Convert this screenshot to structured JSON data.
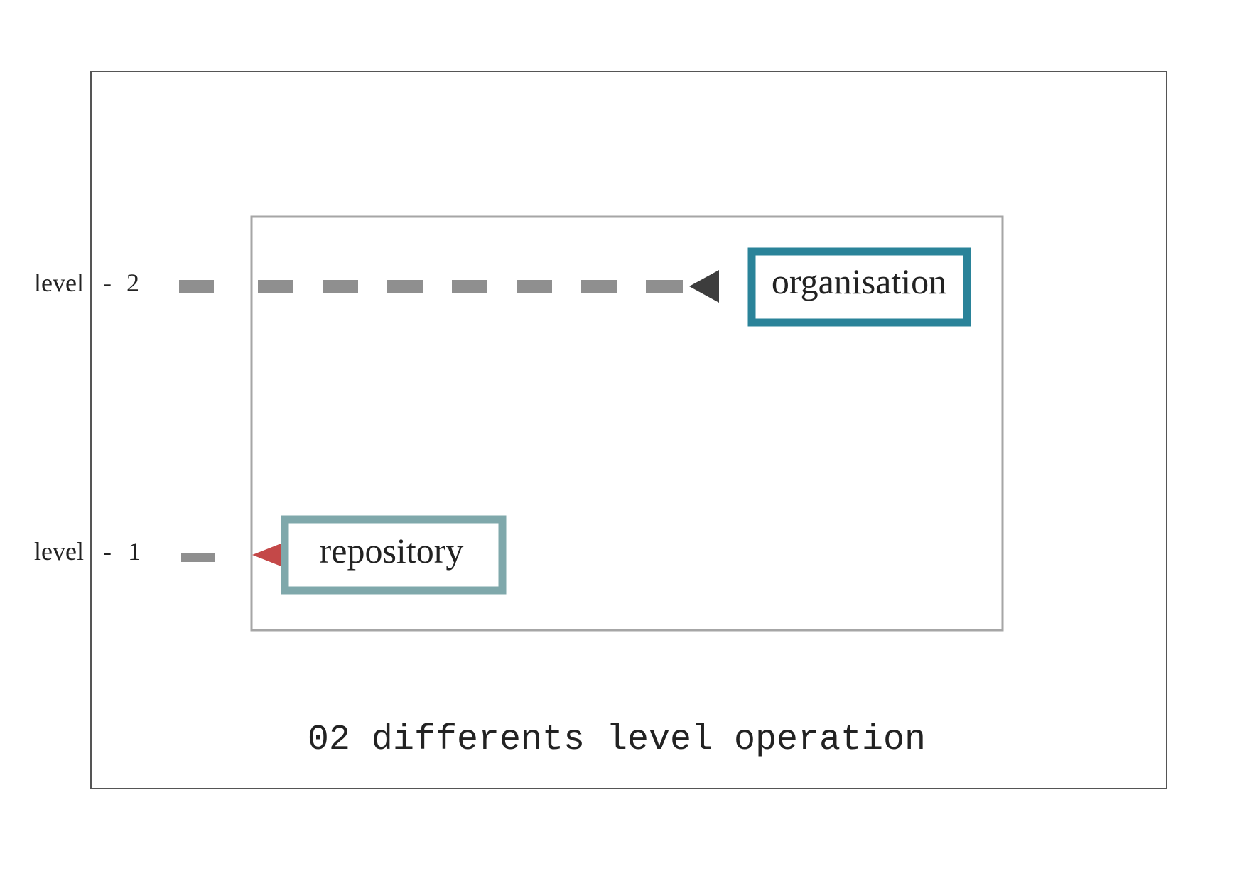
{
  "levels": [
    {
      "word": "level",
      "sep": "-",
      "number": "2"
    },
    {
      "word": "level",
      "sep": "-",
      "number": "1"
    }
  ],
  "nodes": {
    "organisation": {
      "label": "organisation",
      "level": 2,
      "border_color": "#2a8399"
    },
    "repository": {
      "label": "repository",
      "level": 1,
      "border_color": "#7fa8ab"
    }
  },
  "arrows": {
    "level2_head_color": "#3d3d3d",
    "level1_head_color": "#c44848",
    "dash_color": "#8f8f8f"
  },
  "caption": "02 differents level operation",
  "colors": {
    "outer_frame": "#555555",
    "inner_frame": "#a6a6a6",
    "text": "#222222"
  }
}
